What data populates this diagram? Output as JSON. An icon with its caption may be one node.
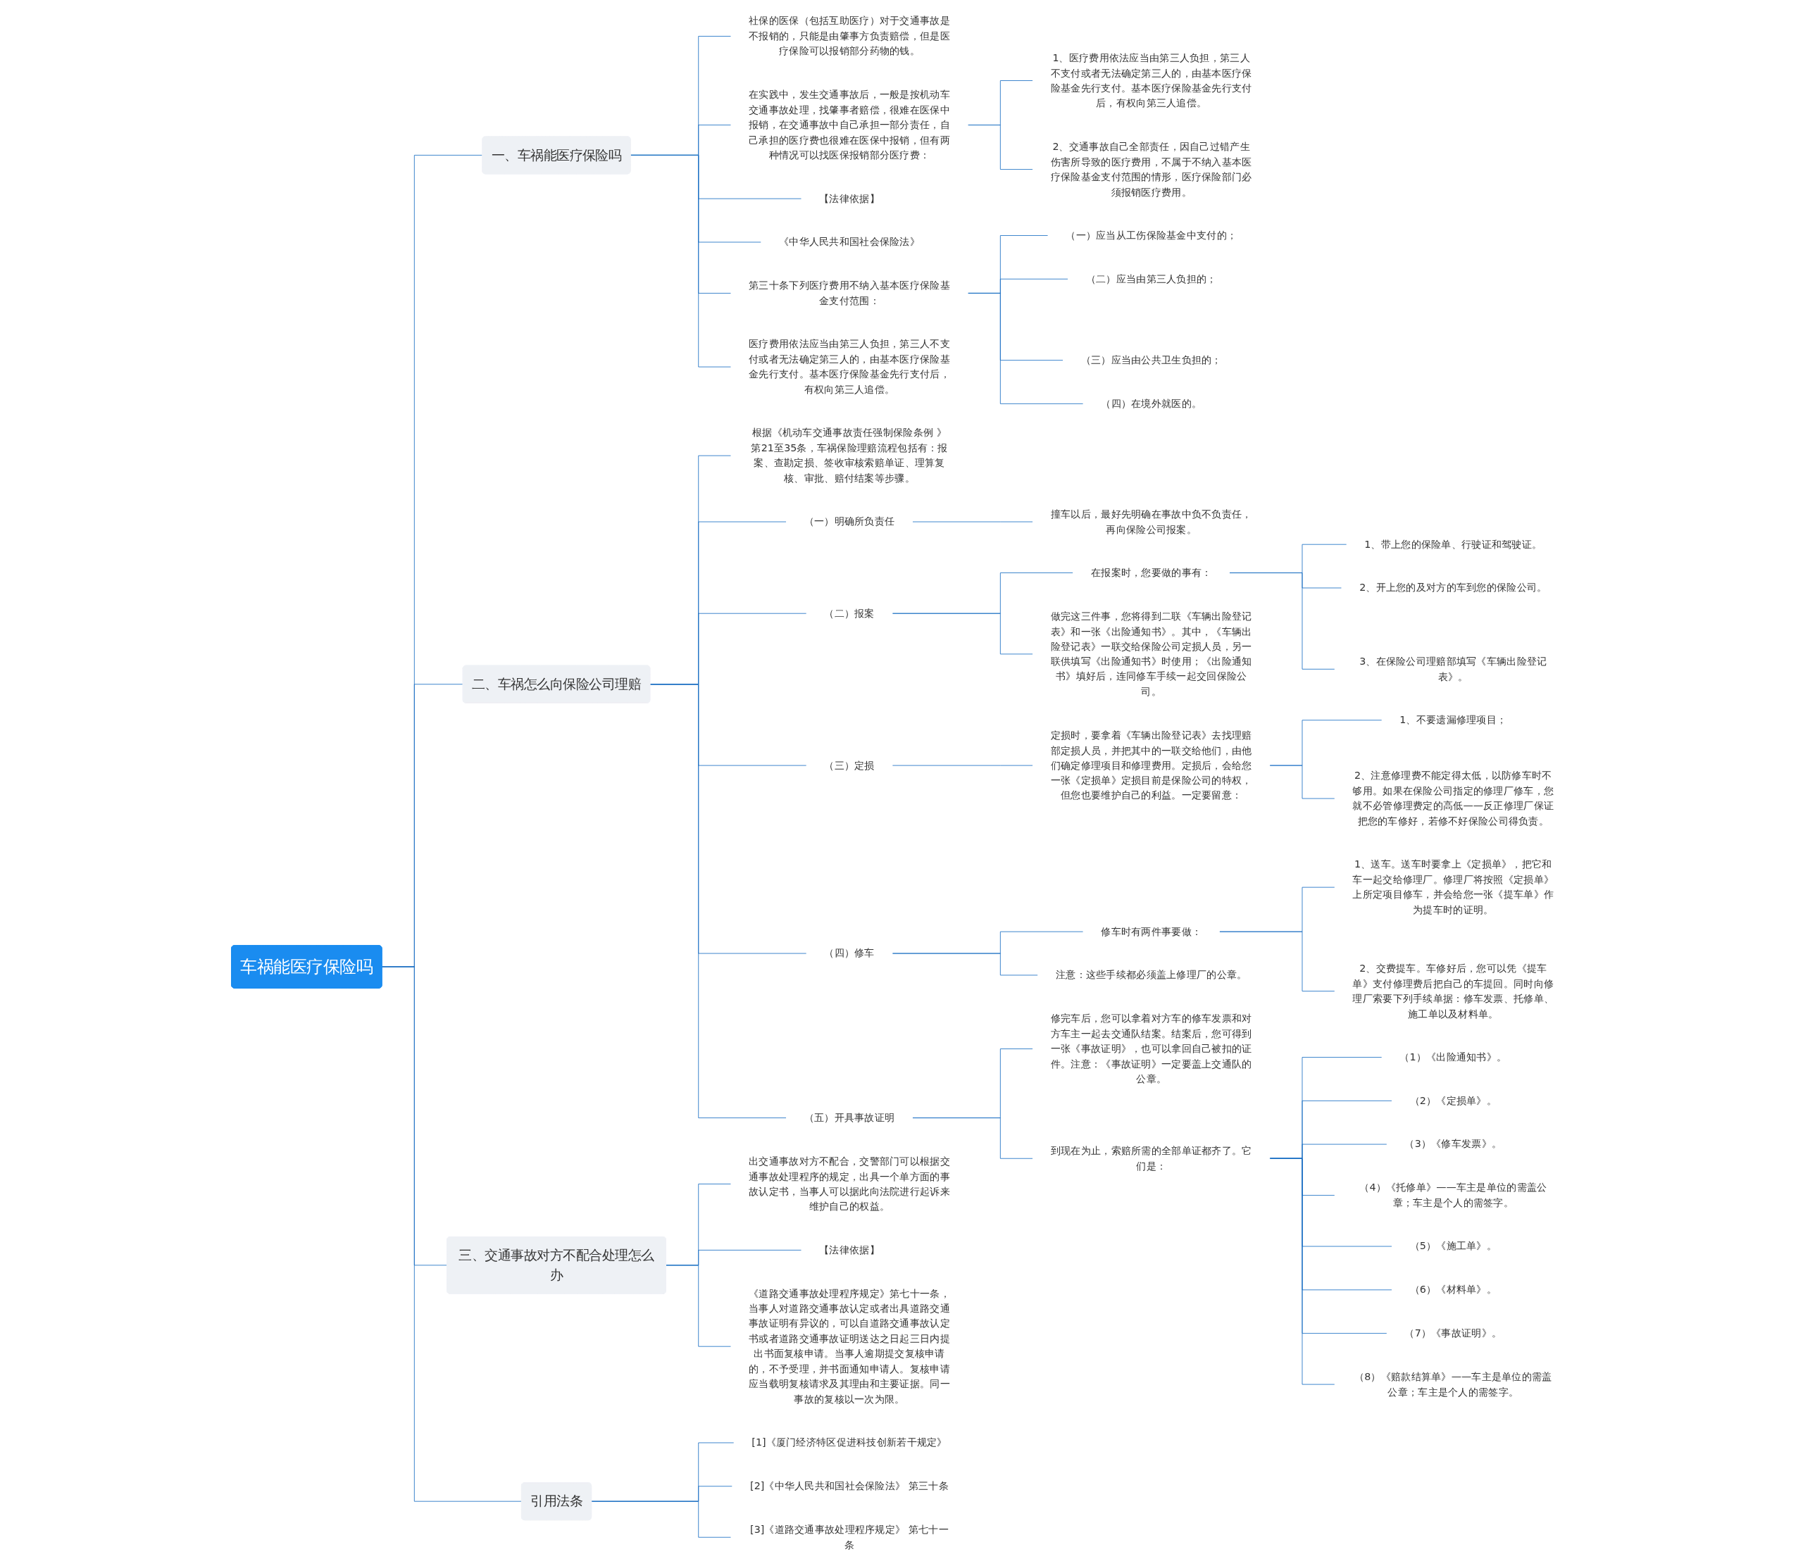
{
  "diagram": {
    "nodes": [
      {
        "text": [
          "车祸能医疗保险吗"
        ]
      },
      {
        "text": [
          "一、车祸能医疗保险吗"
        ]
      },
      {
        "text": [
          "社保的医保（包括互助医疗）对于交通事故是不报销的，只能是由肇事方负责赔偿，但是医疗保险可以报销部分药物的钱。"
        ]
      },
      {
        "text": [
          "在实践中，发生交通事故后，一般是按机动车交通事故处理，找肇事者赔偿，很难在医保中报销，在交通事故中自己承担一部分责任，自己承担的医疗费也很难在医保中报销，但有两种情况可以找医保报销部分医疗费："
        ]
      },
      {
        "text": [
          "1、医疗费用依法应当由第三人负担，第三人不支付或者无法确定第三人的，由基本医疗保险基金先行支付。基本医疗保险基金先行支付后，有权向第三人追偿。"
        ]
      },
      {
        "text": [
          "2、交通事故自己全部责任，因自己过错产生伤害所导致的医疗费用，不属于不纳入基本医疗保险基金支付范围的情形，医疗保险部门必须报销医疗费用。"
        ]
      },
      {
        "text": [
          "【法律依据】"
        ]
      },
      {
        "text": [
          "《中华人民共和国社会保险法》"
        ]
      },
      {
        "text": [
          "第三十条下列医疗费用不纳入基本医疗保险基金支付范围："
        ]
      },
      {
        "text": [
          "（一）应当从工伤保险基金中支付的；"
        ]
      },
      {
        "text": [
          "（二）应当由第三人负担的；"
        ]
      },
      {
        "text": [
          "（三）应当由公共卫生负担的；"
        ]
      },
      {
        "text": [
          "（四）在境外就医的。"
        ]
      },
      {
        "text": [
          "医疗费用依法应当由第三人负担，第三人不支付或者无法确定第三人的，由基本医疗保险基金先行支付。基本医疗保险基金先行支付后，有权向第三人追偿。"
        ]
      },
      {
        "text": [
          "二、车祸怎么向保险公司理赔"
        ]
      },
      {
        "text": [
          "根据《机动车交通事故责任强制保险条例 》第21至35条，车祸保险理赔流程包括有：报案、查勘定损、签收审核索赔单证、理算复核、审批、赔付结案等步骤。"
        ]
      },
      {
        "text": [
          "（一）明确所负责任"
        ]
      },
      {
        "text": [
          "撞车以后，最好先明确在事故中负不负责任，再向保险公司报案。"
        ]
      },
      {
        "text": [
          "（二）报案"
        ]
      },
      {
        "text": [
          "在报案时，您要做的事有："
        ]
      },
      {
        "text": [
          "1、带上您的保险单、行驶证和驾驶证。"
        ]
      },
      {
        "text": [
          "2、开上您的及对方的车到您的保险公司。"
        ]
      },
      {
        "text": [
          "3、在保险公司理赔部填写《车辆出险登记表》。"
        ]
      },
      {
        "text": [
          "做完这三件事，您将得到二联《车辆出险登记表》和一张《出险通知书》。其中，《车辆出险登记表》一联交给保险公司定损人员，另一联供填写《出险通知书》时使用；《出险通知书》填好后，连同修车手续一起交回保险公司。"
        ]
      },
      {
        "text": [
          "（三）定损"
        ]
      },
      {
        "text": [
          "定损时，要拿着《车辆出险登记表》去找理赔部定损人员，并把其中的一联交给他们，由他们确定修理项目和修理费用。定损后，会给您一张《定损单》定损目前是保险公司的特权，但您也要维护自己的利益。一定要留意："
        ]
      },
      {
        "text": [
          "1、不要遗漏修理项目；"
        ]
      },
      {
        "text": [
          "2、注意修理费不能定得太低，以防修车时不够用。如果在保险公司指定的修理厂修车，您就不必管修理费定的高低——反正修理厂保证把您的车修好，若修不好保险公司得负责。"
        ]
      },
      {
        "text": [
          "（四）修车"
        ]
      },
      {
        "text": [
          "修车时有两件事要做："
        ]
      },
      {
        "text": [
          "1、送车。送车时要拿上《定损单》，把它和车一起交给修理厂。修理厂将按照《定损单》上所定项目修车，并会给您一张《提车单》作为提车时的证明。"
        ]
      },
      {
        "text": [
          "2、交费提车。车修好后，您可以凭《提车单》支付修理费后把自己的车提回。同时向修理厂索要下列手续单据：修车发票、托修单、施工单以及材料单。"
        ]
      },
      {
        "text": [
          "注意：这些手续都必须盖上修理厂的公章。"
        ]
      },
      {
        "text": [
          "（五）开具事故证明"
        ]
      },
      {
        "text": [
          "修完车后，您可以拿着对方车的修车发票和对方车主一起去交通队结案。结案后，您可得到一张《事故证明》，也可以拿回自己被扣的证件。注意：《事故证明》一定要盖上交通队的公章。"
        ]
      },
      {
        "text": [
          "到现在为止，索赔所需的全部单证都齐了。它们是："
        ]
      },
      {
        "text": [
          "（1）《出险通知书》。"
        ]
      },
      {
        "text": [
          "（2）《定损单》。"
        ]
      },
      {
        "text": [
          "（3）《修车发票》。"
        ]
      },
      {
        "text": [
          "（4）《托修单》——车主是单位的需盖公章；车主是个人的需签字。"
        ]
      },
      {
        "text": [
          "（5）《施工单》。"
        ]
      },
      {
        "text": [
          "（6）《材料单》。"
        ]
      },
      {
        "text": [
          "（7）《事故证明》。"
        ]
      },
      {
        "text": [
          "（8）《赔款结算单》——车主是单位的需盖公章；车主是个人的需签字。"
        ]
      },
      {
        "text": [
          "三、交通事故对方不配合处理怎么办"
        ]
      },
      {
        "text": [
          "出交通事故对方不配合，交警部门可以根据交通事故处理程序的规定，出具一个单方面的事故认定书，当事人可以据此向法院进行起诉来维护自己的权益。"
        ]
      },
      {
        "text": [
          "【法律依据】"
        ]
      },
      {
        "text": [
          "《道路交通事故处理程序规定》第七十一条，当事人对道路交通事故认定或者出具道路交通事故证明有异议的，可以自道路交通事故认定书或者道路交通事故证明送达之日起三日内提出书面复核申请。当事人逾期提交复核申请的，不予受理，并书面通知申请人。复核申请应当载明复核请求及其理由和主要证据。同一事故的复核以一次为限。"
        ]
      },
      {
        "text": [
          "引用法条"
        ]
      },
      {
        "text": [
          "[1]《厦门经济特区促进科技创新若干规定》"
        ]
      },
      {
        "text": [
          "[2]《中华人民共和国社会保险法》 第三十条"
        ]
      },
      {
        "text": [
          "[3]《道路交通事故处理程序规定》 第七十一条"
        ]
      }
    ],
    "edges": [
      {
        "from": 0,
        "to": 1,
        "arrow": "none"
      },
      {
        "from": 1,
        "to": 2,
        "arrow": "none"
      },
      {
        "from": 1,
        "to": 3,
        "arrow": "none"
      },
      {
        "from": 3,
        "to": 4,
        "arrow": "none"
      },
      {
        "from": 3,
        "to": 5,
        "arrow": "none"
      },
      {
        "from": 1,
        "to": 6,
        "arrow": "none"
      },
      {
        "from": 1,
        "to": 7,
        "arrow": "none"
      },
      {
        "from": 1,
        "to": 8,
        "arrow": "none"
      },
      {
        "from": 8,
        "to": 9,
        "arrow": "none"
      },
      {
        "from": 8,
        "to": 10,
        "arrow": "none"
      },
      {
        "from": 8,
        "to": 11,
        "arrow": "none"
      },
      {
        "from": 8,
        "to": 12,
        "arrow": "none"
      },
      {
        "from": 1,
        "to": 13,
        "arrow": "none"
      },
      {
        "from": 0,
        "to": 14,
        "arrow": "none"
      },
      {
        "from": 14,
        "to": 15,
        "arrow": "none"
      },
      {
        "from": 14,
        "to": 16,
        "arrow": "none"
      },
      {
        "from": 16,
        "to": 17,
        "arrow": "none"
      },
      {
        "from": 14,
        "to": 18,
        "arrow": "none"
      },
      {
        "from": 18,
        "to": 19,
        "arrow": "none"
      },
      {
        "from": 19,
        "to": 20,
        "arrow": "none"
      },
      {
        "from": 19,
        "to": 21,
        "arrow": "none"
      },
      {
        "from": 19,
        "to": 22,
        "arrow": "none"
      },
      {
        "from": 18,
        "to": 23,
        "arrow": "none"
      },
      {
        "from": 14,
        "to": 24,
        "arrow": "none"
      },
      {
        "from": 24,
        "to": 25,
        "arrow": "none"
      },
      {
        "from": 25,
        "to": 26,
        "arrow": "none"
      },
      {
        "from": 25,
        "to": 27,
        "arrow": "none"
      },
      {
        "from": 14,
        "to": 28,
        "arrow": "none"
      },
      {
        "from": 28,
        "to": 29,
        "arrow": "none"
      },
      {
        "from": 29,
        "to": 30,
        "arrow": "none"
      },
      {
        "from": 29,
        "to": 31,
        "arrow": "none"
      },
      {
        "from": 28,
        "to": 32,
        "arrow": "none"
      },
      {
        "from": 14,
        "to": 33,
        "arrow": "none"
      },
      {
        "from": 33,
        "to": 34,
        "arrow": "none"
      },
      {
        "from": 33,
        "to": 35,
        "arrow": "none"
      },
      {
        "from": 35,
        "to": 36,
        "arrow": "none"
      },
      {
        "from": 35,
        "to": 37,
        "arrow": "none"
      },
      {
        "from": 35,
        "to": 38,
        "arrow": "none"
      },
      {
        "from": 35,
        "to": 39,
        "arrow": "none"
      },
      {
        "from": 35,
        "to": 40,
        "arrow": "none"
      },
      {
        "from": 35,
        "to": 41,
        "arrow": "none"
      },
      {
        "from": 35,
        "to": 42,
        "arrow": "none"
      },
      {
        "from": 35,
        "to": 43,
        "arrow": "none"
      },
      {
        "from": 0,
        "to": 44,
        "arrow": "none"
      },
      {
        "from": 44,
        "to": 45,
        "arrow": "none"
      },
      {
        "from": 44,
        "to": 46,
        "arrow": "none"
      },
      {
        "from": 44,
        "to": 47,
        "arrow": "none"
      },
      {
        "from": 0,
        "to": 48,
        "arrow": "none"
      },
      {
        "from": 48,
        "to": 49,
        "arrow": "none"
      },
      {
        "from": 48,
        "to": 50,
        "arrow": "none"
      },
      {
        "from": 48,
        "to": 51,
        "arrow": "none"
      }
    ]
  }
}
